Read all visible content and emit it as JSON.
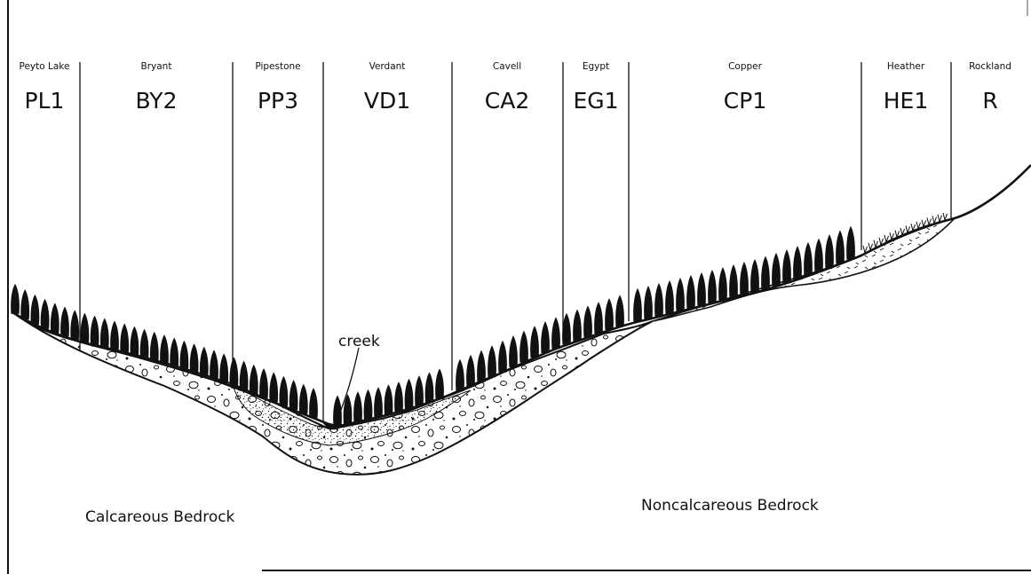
{
  "units": [
    {
      "name": "Peyto Lake",
      "code": "PL1"
    },
    {
      "name": "Bryant",
      "code": "BY2"
    },
    {
      "name": "Pipestone",
      "code": "PP3"
    },
    {
      "name": "Verdant",
      "code": "VD1"
    },
    {
      "name": "Cavell",
      "code": "CA2"
    },
    {
      "name": "Egypt",
      "code": "EG1"
    },
    {
      "name": "Copper",
      "code": "CP1"
    },
    {
      "name": "Heather",
      "code": "HE1"
    },
    {
      "name": "Rockland",
      "code": "R"
    }
  ],
  "labels": {
    "creek": "creek",
    "calcareous": "Calcareous Bedrock",
    "noncalcareous": "Noncalcareous Bedrock"
  },
  "colors": {
    "ink": "#111111",
    "paper": "#ffffff"
  }
}
